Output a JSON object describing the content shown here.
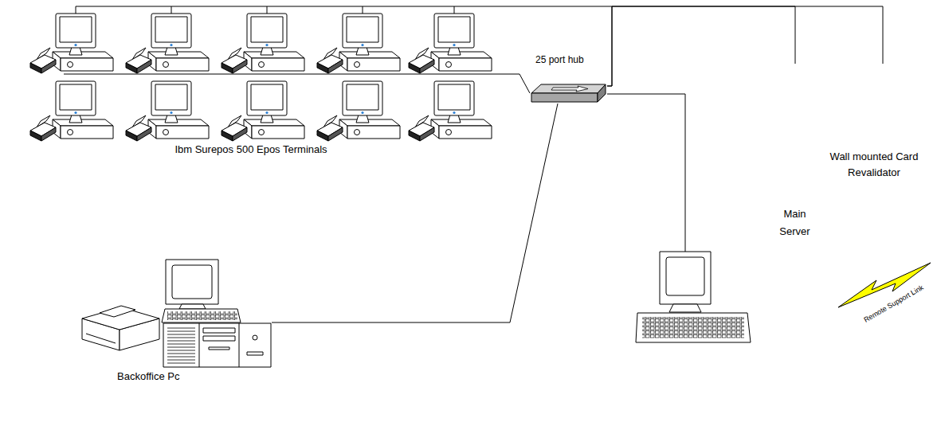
{
  "diagram": {
    "nodes": [
      {
        "text": [
          "25 port hub"
        ]
      },
      {
        "text": [
          "Ibm Surepos 500 Epos Terminals"
        ]
      },
      {
        "text": [
          "Wall mounted Card Revalidator"
        ]
      },
      {
        "text": [
          "Main Server"
        ]
      },
      {
        "text": [
          "Backoffice Pc"
        ]
      }
    ],
    "edges": [
      {
        "from": 1,
        "to": 0,
        "arrow": "none"
      },
      {
        "from": 0,
        "to": 4,
        "arrow": "none"
      },
      {
        "from": 0,
        "to": 3,
        "arrow": "none"
      },
      {
        "from": 0,
        "to": 2,
        "arrow": "none"
      }
    ],
    "labels": [
      "Remote Support Link"
    ]
  }
}
